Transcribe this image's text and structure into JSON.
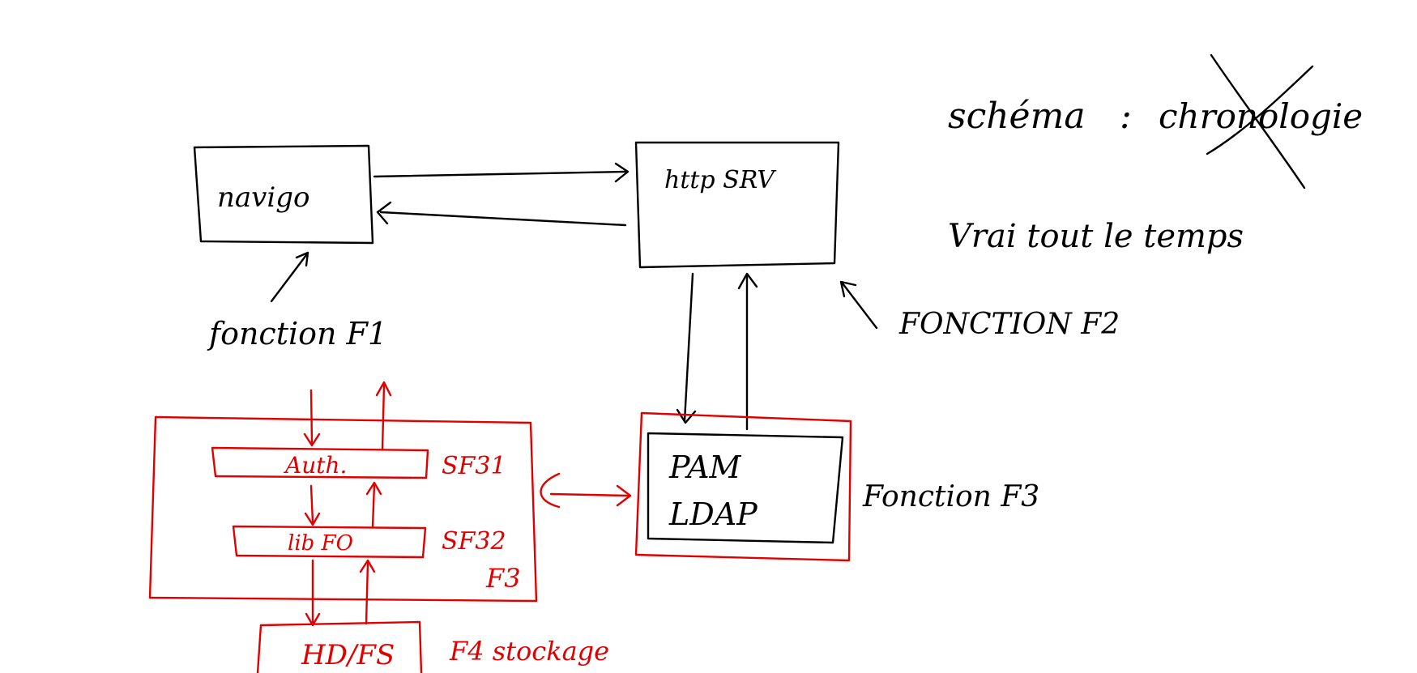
{
  "title": {
    "word": "schéma",
    "separator": ":",
    "struck_word": "chronologie"
  },
  "note": "Vrai tout le temps",
  "nodes": {
    "navigo": {
      "label": "navigo",
      "function": "fonction F1"
    },
    "http_srv": {
      "label": "http SRV",
      "function": "FONCTION F2"
    },
    "pam_ldap": {
      "label_line1": "PAM",
      "label_line2": "LDAP",
      "function": "Fonction F3"
    }
  },
  "subsystem": {
    "label": "F3",
    "auth": {
      "label": "Auth.",
      "tag": "SF31"
    },
    "lib_fo": {
      "label": "lib FO",
      "tag": "SF32"
    },
    "hd_fs": {
      "label": "HD/FS",
      "tag": "F4 stockage"
    }
  },
  "colors": {
    "black_ink": "#000000",
    "red_ink": "#e00000",
    "background": "#ffffff"
  }
}
